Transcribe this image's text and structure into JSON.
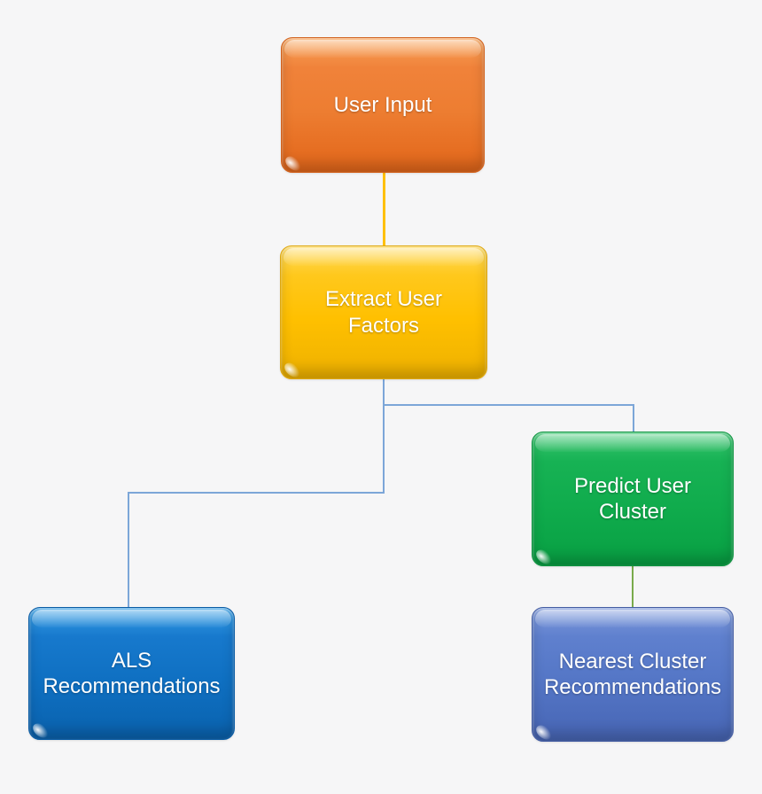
{
  "background": "#F6F6F7",
  "diagram": {
    "type": "flowchart",
    "nodes": [
      {
        "id": "user-input",
        "label": "User Input",
        "fill": "#ED7D31",
        "text_color": "#FFFFFF"
      },
      {
        "id": "extract-user-factors",
        "label": "Extract User Factors",
        "fill": "#FFC000",
        "text_color": "#FFFFFF"
      },
      {
        "id": "predict-user-cluster",
        "label": "Predict User Cluster",
        "fill": "#10AC4D",
        "text_color": "#FFFFFF"
      },
      {
        "id": "als-recommendations",
        "label": "ALS Recommendations",
        "fill": "#0F70C2",
        "text_color": "#FFFFFF"
      },
      {
        "id": "nearest-cluster-recommendations",
        "label": "Nearest Cluster Recommendations",
        "fill": "#5476C6",
        "text_color": "#FFFFFF"
      }
    ],
    "edges": [
      {
        "from": "user-input",
        "to": "extract-user-factors",
        "color": "#FFC008",
        "style": "straight"
      },
      {
        "from": "extract-user-factors",
        "to": "predict-user-cluster",
        "color": "#7CA6D8",
        "style": "elbow"
      },
      {
        "from": "extract-user-factors",
        "to": "als-recommendations",
        "color": "#7CA6D8",
        "style": "elbow"
      },
      {
        "from": "predict-user-cluster",
        "to": "nearest-cluster-recommendations",
        "color": "#79AB4C",
        "style": "straight"
      }
    ]
  }
}
